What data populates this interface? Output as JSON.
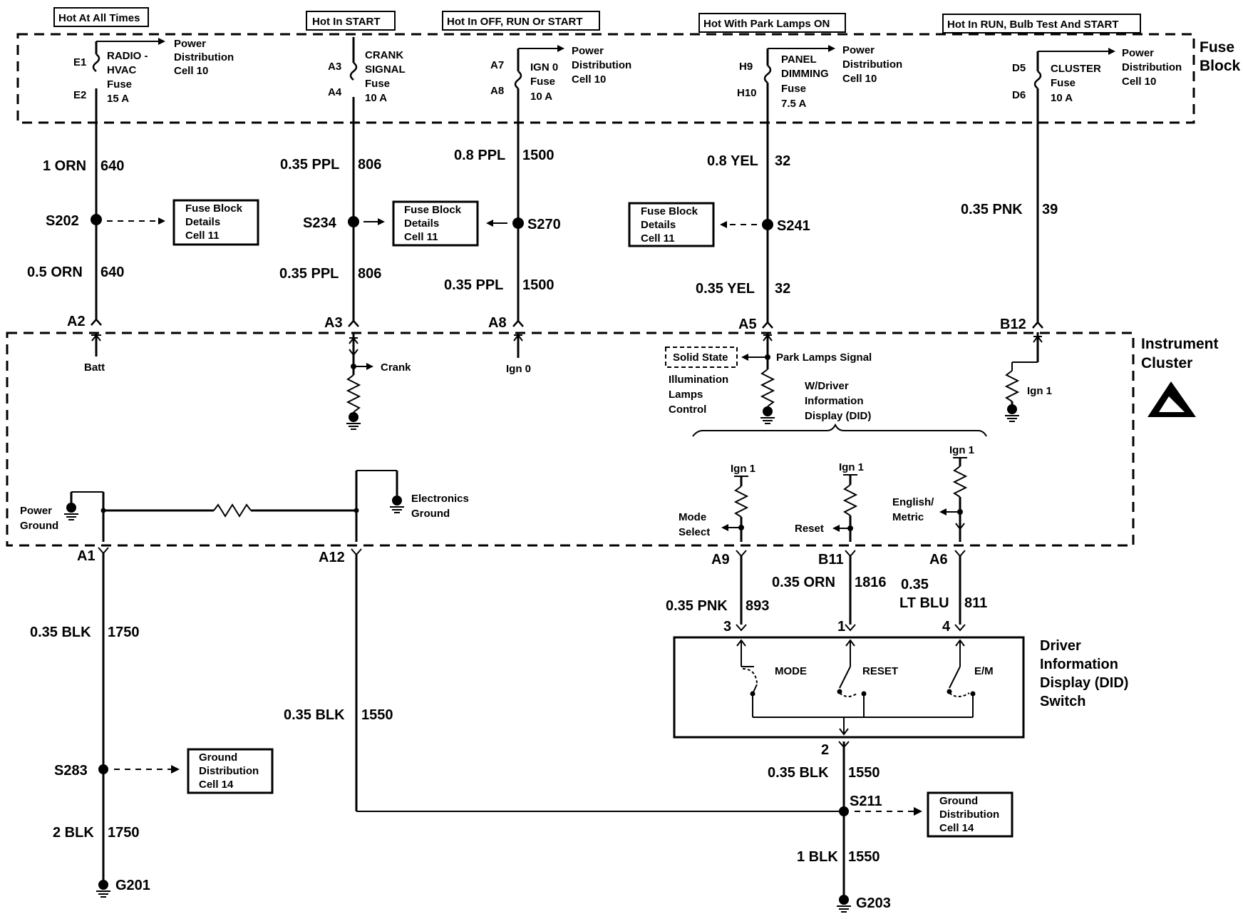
{
  "headers": {
    "hot_at_all_times": "Hot At All Times",
    "hot_in_start": "Hot In START",
    "hot_in_off_run_start": "Hot In OFF, RUN Or START",
    "hot_park_lamps": "Hot With Park Lamps ON",
    "hot_run_bulb_start": "Hot In RUN, Bulb Test And START"
  },
  "fuse_block": {
    "label_1": "Fuse",
    "label_2": "Block",
    "power_distribution_1": "Power",
    "power_distribution_2": "Distribution",
    "power_distribution_3": "Cell 10",
    "fuses": [
      {
        "pin_top": "E1",
        "pin_bottom": "E2",
        "name_1": "RADIO -",
        "name_2": "HVAC",
        "name_3": "Fuse",
        "rating": "15 A"
      },
      {
        "pin_top": "A3",
        "pin_bottom": "A4",
        "name_1": "CRANK",
        "name_2": "SIGNAL",
        "name_3": "Fuse",
        "rating": "10 A"
      },
      {
        "pin_top": "A7",
        "pin_bottom": "A8",
        "name_1": "IGN 0",
        "name_2": "Fuse",
        "name_3": "",
        "rating": "10 A"
      },
      {
        "pin_top": "H9",
        "pin_bottom": "H10",
        "name_1": "PANEL",
        "name_2": "DIMMING",
        "name_3": "Fuse",
        "rating": "7.5 A"
      },
      {
        "pin_top": "D5",
        "pin_bottom": "D6",
        "name_1": "CLUSTER",
        "name_2": "Fuse",
        "name_3": "",
        "rating": "10 A"
      }
    ]
  },
  "wires": {
    "w1_upper_gauge": "1 ORN",
    "w1_upper_circuit": "640",
    "w1_lower_gauge": "0.5 ORN",
    "w1_lower_circuit": "640",
    "w2_upper_gauge": "0.35 PPL",
    "w2_upper_circuit": "806",
    "w2_lower_gauge": "0.35 PPL",
    "w2_lower_circuit": "806",
    "w3_upper_gauge": "0.8 PPL",
    "w3_upper_circuit": "1500",
    "w3_lower_gauge": "0.35 PPL",
    "w3_lower_circuit": "1500",
    "w4_upper_gauge": "0.8 YEL",
    "w4_upper_circuit": "32",
    "w4_lower_gauge": "0.35 YEL",
    "w4_lower_circuit": "32",
    "w5_gauge": "0.35 PNK",
    "w5_circuit": "39",
    "a1_gauge": "0.35 BLK",
    "a1_circuit": "1750",
    "g201_gauge": "2 BLK",
    "g201_circuit": "1750",
    "a12_gauge": "0.35 BLK",
    "a12_circuit": "1550",
    "a9_gauge": "0.35 PNK",
    "a9_circuit": "893",
    "b11_gauge": "0.35 ORN",
    "b11_circuit": "1816",
    "a6_gauge_1": "0.35",
    "a6_gauge_2": "LT BLU",
    "a6_circuit": "811",
    "did_out_gauge": "0.35 BLK",
    "did_out_circuit": "1550",
    "g203_gauge": "1 BLK",
    "g203_circuit": "1550"
  },
  "splices": {
    "s202": "S202",
    "s234": "S234",
    "s270": "S270",
    "s241": "S241",
    "s283": "S283",
    "s211": "S211"
  },
  "ref_boxes": {
    "fuse_block_details_1": "Fuse Block",
    "fuse_block_details_2": "Details",
    "fuse_block_details_3": "Cell 11",
    "ground_distribution_1": "Ground",
    "ground_distribution_2": "Distribution",
    "ground_distribution_3": "Cell 14"
  },
  "cluster": {
    "label_1": "Instrument",
    "label_2": "Cluster",
    "connectors": {
      "a2": "A2",
      "a3": "A3",
      "a8": "A8",
      "a5": "A5",
      "b12": "B12",
      "a1": "A1",
      "a12": "A12",
      "a9": "A9",
      "b11": "B11",
      "a6": "A6"
    },
    "batt": "Batt",
    "crank": "Crank",
    "ign0": "Ign 0",
    "ign1": "Ign 1",
    "park_lamps_signal": "Park Lamps Signal",
    "solid_state": "Solid State",
    "illum_1": "Illumination",
    "illum_2": "Lamps",
    "illum_3": "Control",
    "wdid_1": "W/Driver",
    "wdid_2": "Information",
    "wdid_3": "Display (DID)",
    "power_ground_1": "Power",
    "power_ground_2": "Ground",
    "electronics_ground_1": "Electronics",
    "electronics_ground_2": "Ground",
    "mode_select_1": "Mode",
    "mode_select_2": "Select",
    "reset": "Reset",
    "english_metric_1": "English/",
    "english_metric_2": "Metric"
  },
  "did_switch": {
    "label_1": "Driver",
    "label_2": "Information",
    "label_3": "Display (DID)",
    "label_4": "Switch",
    "pin_mode": "3",
    "pin_reset": "1",
    "pin_em": "4",
    "pin_ground": "2",
    "mode": "MODE",
    "reset": "RESET",
    "em": "E/M"
  },
  "grounds": {
    "g201": "G201",
    "g203": "G203"
  }
}
